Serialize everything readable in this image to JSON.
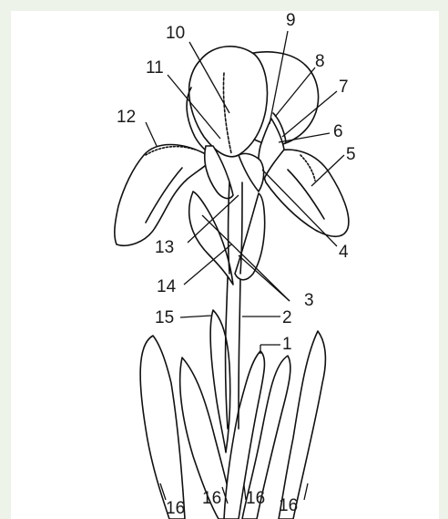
{
  "diagram": {
    "labels": [
      {
        "id": "1",
        "text": "1"
      },
      {
        "id": "2",
        "text": "2"
      },
      {
        "id": "3",
        "text": "3"
      },
      {
        "id": "4",
        "text": "4"
      },
      {
        "id": "5",
        "text": "5"
      },
      {
        "id": "6",
        "text": "6"
      },
      {
        "id": "7",
        "text": "7"
      },
      {
        "id": "8",
        "text": "8"
      },
      {
        "id": "9",
        "text": "9"
      },
      {
        "id": "10",
        "text": "10"
      },
      {
        "id": "11",
        "text": "11"
      },
      {
        "id": "12",
        "text": "12"
      },
      {
        "id": "13",
        "text": "13"
      },
      {
        "id": "14",
        "text": "14"
      },
      {
        "id": "15",
        "text": "15"
      },
      {
        "id": "16a",
        "text": "16"
      },
      {
        "id": "16b",
        "text": "16"
      },
      {
        "id": "16c",
        "text": "16"
      },
      {
        "id": "16d",
        "text": "16"
      }
    ]
  }
}
